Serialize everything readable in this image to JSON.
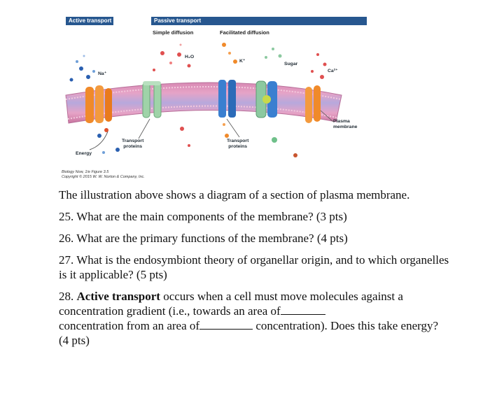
{
  "figure": {
    "banner_active": "Active transport",
    "banner_passive": "Passive transport",
    "sub_simple": "Simple diffusion",
    "sub_facilitated": "Facilitated diffusion",
    "label_na": "Na⁺",
    "label_h2o": "H₂O",
    "label_k": "K⁺",
    "label_sugar": "Sugar",
    "label_ca": "Ca²⁺",
    "label_plasma_1": "Plasma",
    "label_plasma_2": "membrane",
    "label_transport_left_1": "Transport",
    "label_transport_left_2": "proteins",
    "label_transport_right_1": "Transport",
    "label_transport_right_2": "proteins",
    "label_energy": "Energy",
    "credit_1": "Biology Now, 1/e Figure 3.5",
    "credit_2": "Copyright © 2015 W. W. Norton & Company, Inc.",
    "colors": {
      "banner": "#27578f",
      "membrane_outer": "#c87aa8",
      "membrane_inner": "#b9a8d8",
      "protein_orange": "#f08a2a",
      "protein_green": "#9fd3a8",
      "protein_blue": "#3a7fd0"
    }
  },
  "intro": "The illustration above shows a diagram of a section of plasma membrane.",
  "q25": "25. What are the main components of the membrane? (3 pts)",
  "q26": "26. What are the primary functions of the membrane? (4 pts)",
  "q27": "27. What is the endosymbiont theory of organellar origin, and to which organelles is it applicable? (5 pts)",
  "q28": {
    "prefix": "28. ",
    "bold": "Active transport",
    "part1": " occurs when a cell must move molecules against a concentration gradient (i.e., towards an area of",
    "part2": "concentration from an area of",
    "part3": " concentration).  Does this take energy? (4 pts)"
  }
}
